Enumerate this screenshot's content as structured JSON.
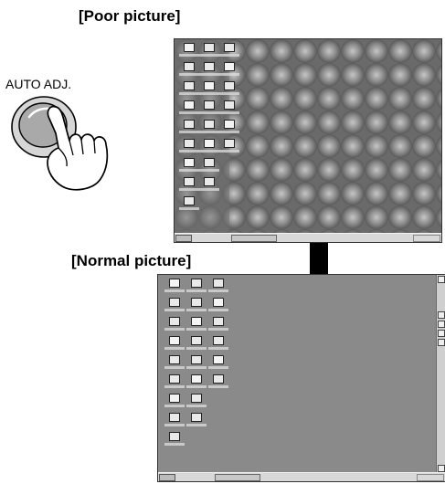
{
  "headings": {
    "poor": "[Poor picture]",
    "normal": "[Normal picture]"
  },
  "button": {
    "label": "AUTO ADJ."
  },
  "icons": {
    "hand": "pointing-hand-icon",
    "arrow": "down-arrow-icon"
  },
  "colors": {
    "desktop_poor": "#7a7a7a",
    "desktop_normal": "#8a8a8a",
    "taskbar": "#d8d8d8",
    "button_fill": "#a9a9a9"
  }
}
